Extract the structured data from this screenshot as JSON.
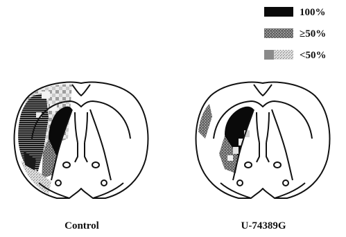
{
  "legend": {
    "items": [
      {
        "label": "100%",
        "color": "#0a0a0a",
        "pattern": "solid"
      },
      {
        "label": "≥50%",
        "color": "#7a7a7a",
        "pattern": "dense"
      },
      {
        "label": "<50%",
        "color": "#b5b5b5",
        "pattern": "sparse"
      }
    ]
  },
  "panels": [
    {
      "label": "Control"
    },
    {
      "label": "U-74389G"
    }
  ]
}
